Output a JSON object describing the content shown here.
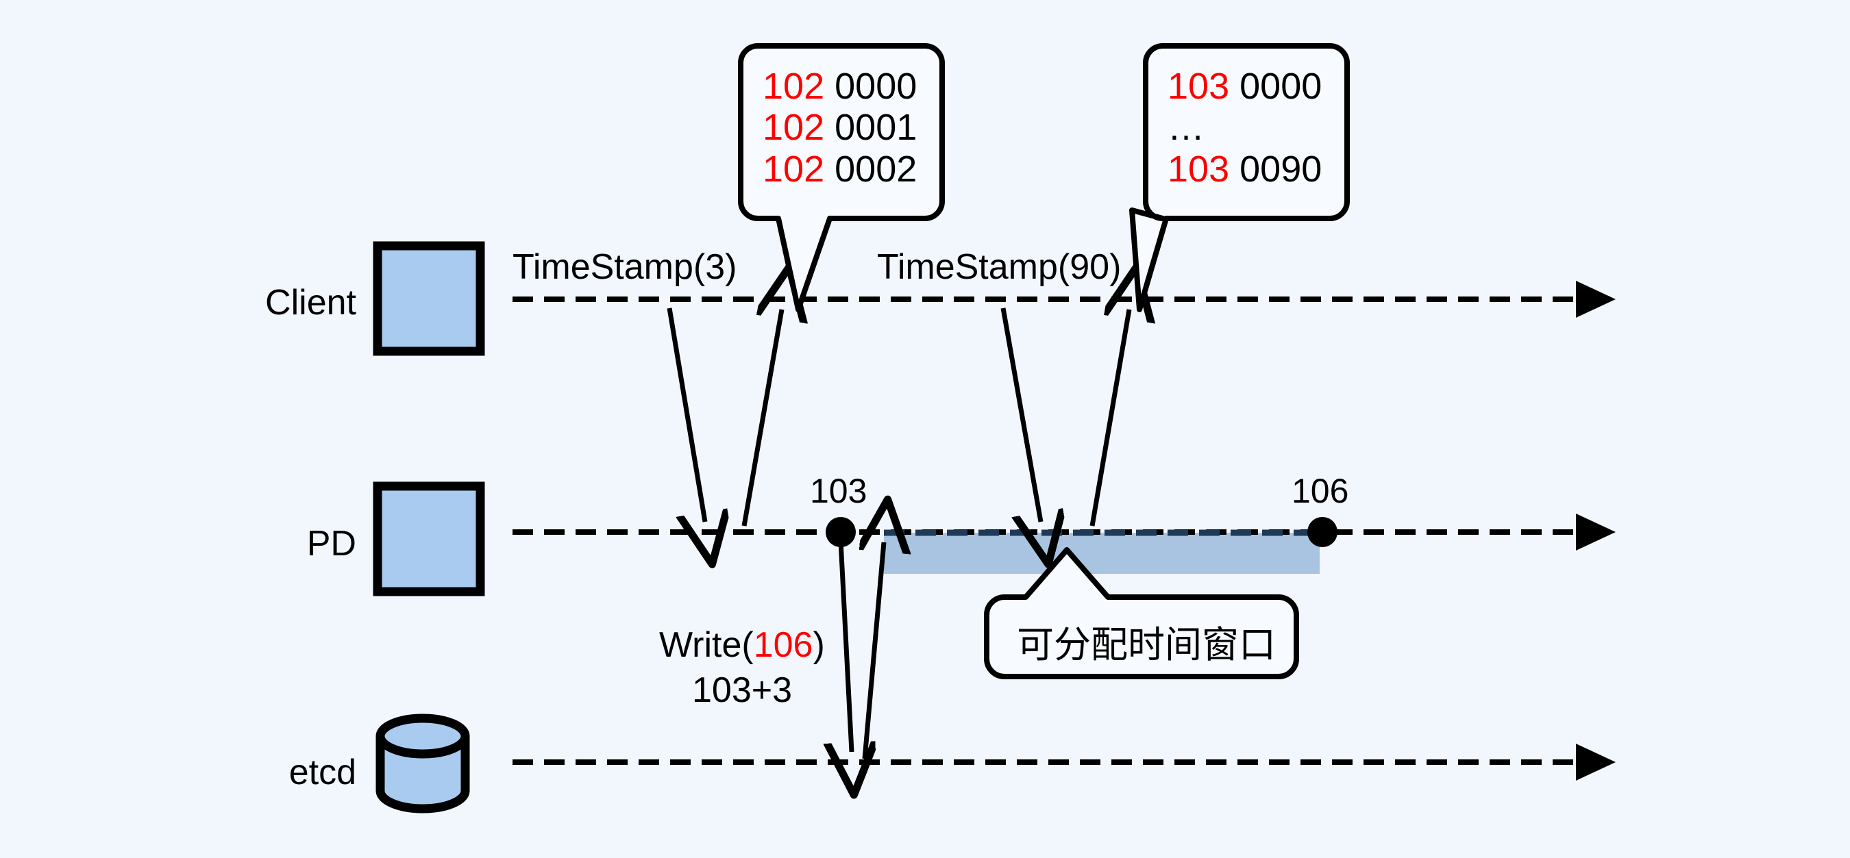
{
  "diagram": {
    "title": "TSO timestamp allocation sequence",
    "background_color": "#f2f6fd",
    "accent_color": "#a9cbef",
    "band_color": "#a8c4e0",
    "highlight_color": "#ff0000",
    "stroke_color": "#000000"
  },
  "lanes": [
    {
      "id": "client",
      "label": "Client",
      "shape": "square",
      "shape_icon": "box-icon"
    },
    {
      "id": "pd",
      "label": "PD",
      "shape": "square",
      "shape_icon": "box-icon"
    },
    {
      "id": "etcd",
      "label": "etcd",
      "shape": "cylinder",
      "shape_icon": "database-cylinder-icon"
    }
  ],
  "flows": [
    {
      "id": "ts3",
      "label": "TimeStamp(3)"
    },
    {
      "id": "ts90",
      "label": "TimeStamp(90)"
    }
  ],
  "write": {
    "line1_prefix": "Write(",
    "line1_value": "106",
    "line1_suffix": ")",
    "line2": "103+3"
  },
  "ticks": [
    {
      "id": "tick-103",
      "label": "103"
    },
    {
      "id": "tick-106",
      "label": "106"
    }
  ],
  "window": {
    "label": "可分配时间窗口"
  },
  "bubbles": [
    {
      "id": "bubble-102",
      "rows": [
        {
          "prefix": "102",
          "suffix": "0000"
        },
        {
          "prefix": "102",
          "suffix": "0001"
        },
        {
          "prefix": "102",
          "suffix": "0002"
        }
      ]
    },
    {
      "id": "bubble-103",
      "rows": [
        {
          "prefix": "103",
          "suffix": "0000"
        },
        {
          "prefix": "…",
          "suffix": ""
        },
        {
          "prefix": "103",
          "suffix": "0090"
        }
      ]
    }
  ]
}
